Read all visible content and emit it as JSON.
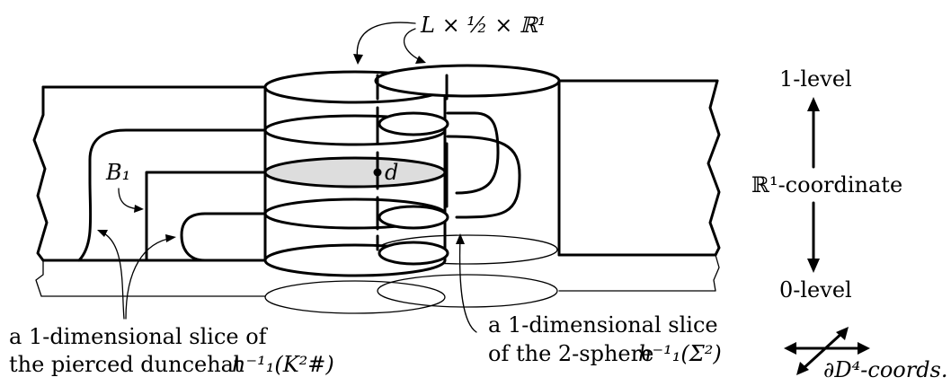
{
  "labels": {
    "top": "L × ½ × ℝ¹",
    "b1": "B₁",
    "d": "d",
    "level1": "1-level",
    "coord": "ℝ¹-coordinate",
    "level0": "0-level",
    "duncehat_line1": "a 1-dimensional slice of",
    "duncehat_line2": "the pierced duncehat",
    "duncehat_math": "h⁻¹₁(K²#)",
    "sphere_line1": "a 1-dimensional slice",
    "sphere_line2": "of the 2-sphere",
    "sphere_math": "h⁻¹₁(Σ²)",
    "boundary": "∂D⁴-coords."
  }
}
